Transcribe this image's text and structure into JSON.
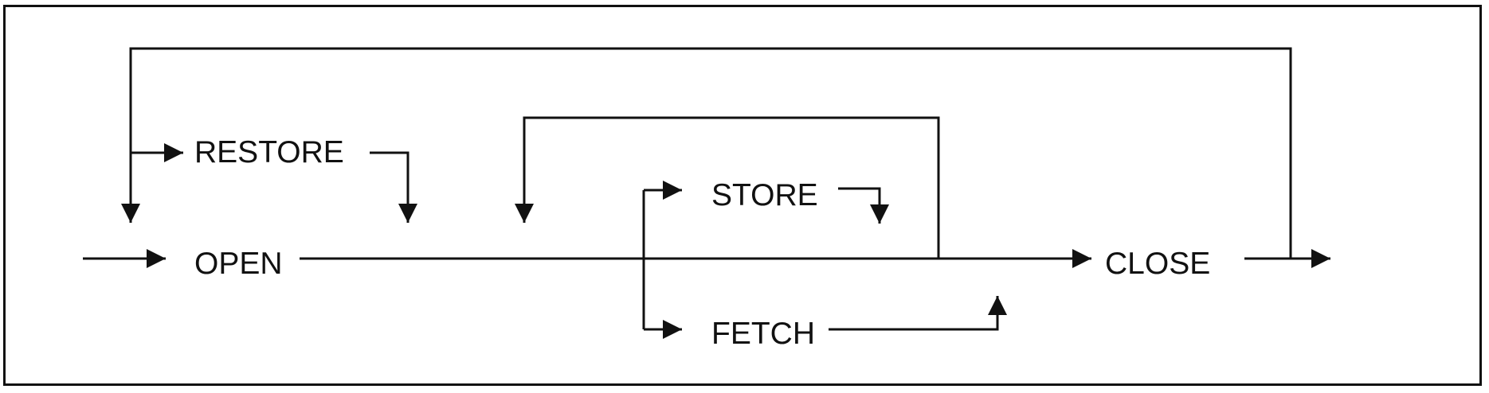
{
  "diagram": {
    "nodes": {
      "open": "OPEN",
      "restore": "RESTORE",
      "store": "STORE",
      "fetch": "FETCH",
      "close": "CLOSE"
    },
    "line_color": "#111111"
  }
}
